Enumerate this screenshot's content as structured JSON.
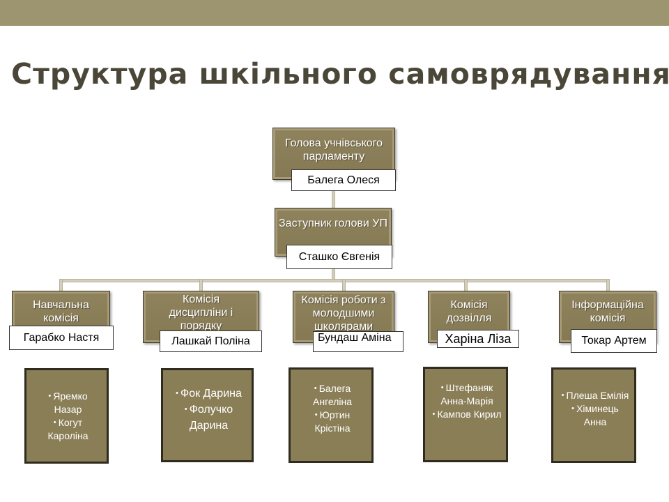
{
  "title": "Структура шкільного самоврядування",
  "head": {
    "role": "Голова учнівського парламенту",
    "name": "Балега Олеся"
  },
  "deputy": {
    "role": "Заступник голови УП",
    "name": "Сташко Євгенія"
  },
  "commissions": [
    {
      "role": "Навчальна комісія",
      "name": "Гарабко Настя",
      "members": [
        "Яремко Назар",
        "Когут Кароліна"
      ]
    },
    {
      "role": "Комісія дисципліни і порядку",
      "name": "Лашкай Поліна",
      "members": [
        "Фок Дарина",
        "Фолучко Дарина"
      ]
    },
    {
      "role": "Комісія роботи з молодшими школярами",
      "name": "Бундаш Аміна",
      "members": [
        "Балега Ангеліна",
        "Юртин Крістіна"
      ]
    },
    {
      "role": "Комісія дозвілля",
      "name": "Харіна Ліза",
      "members": [
        "Штефаняк Анна-Марія",
        "Кампов Кирил"
      ]
    },
    {
      "role": "Інформаційна комісія",
      "name": "Токар Артем",
      "members": [
        "Плеша Емілія",
        "Хіминець Анна"
      ]
    }
  ]
}
